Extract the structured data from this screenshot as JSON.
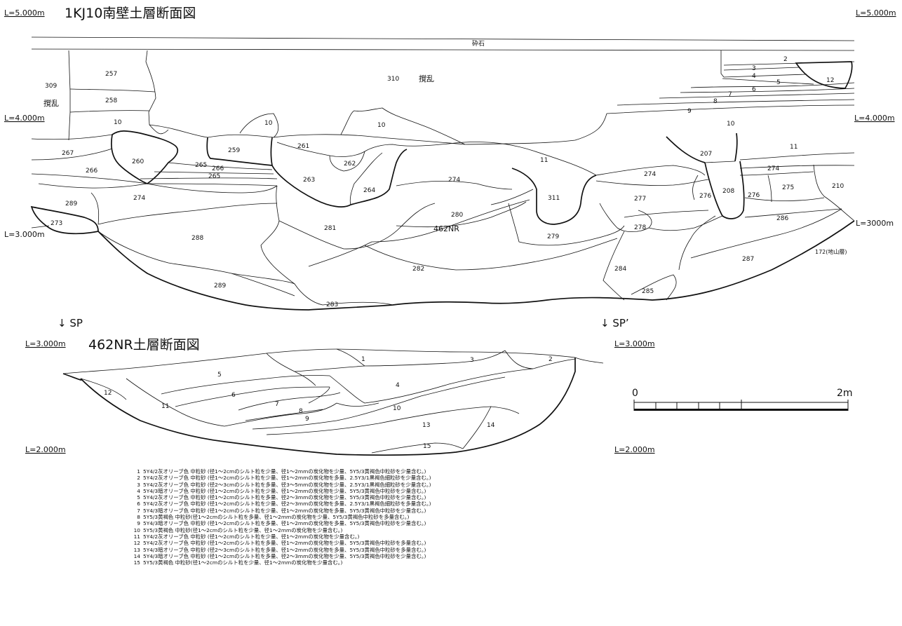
{
  "upper": {
    "title": "1KJ10南壁土層断面図",
    "levels": {
      "tl": "L=5.000m",
      "tr": "L=5.000m",
      "ml": "L=4.000m",
      "mr": "L=4.000m",
      "bl": "L=3.000m",
      "br": "L=3000m"
    },
    "gravel": "砕石",
    "disturb": "撹乱",
    "labels": {
      "n309": "309",
      "n257": "257",
      "n258": "258",
      "n310": "310",
      "n2": "2",
      "n3": "3",
      "n4": "4",
      "n5": "5",
      "n12": "12",
      "n6": "6",
      "n7": "7",
      "n8": "8",
      "n9": "9",
      "n10a": "10",
      "n10b": "10",
      "n10c": "10",
      "n10d": "10",
      "n267": "267",
      "n260": "260",
      "n259": "259",
      "n261": "261",
      "n262": "262",
      "n265a": "265",
      "n266a": "266",
      "n265b": "265",
      "n266b": "266",
      "n263": "263",
      "n264": "264",
      "n274a": "274",
      "n11a": "11",
      "n11b": "11",
      "n207": "207",
      "n274b": "274",
      "n274c": "274",
      "n208": "208",
      "n276a": "276",
      "n276b": "276",
      "n275": "275",
      "n210": "210",
      "n311": "311",
      "n277": "277",
      "n289a": "289",
      "n273": "273",
      "n274d": "274",
      "n280": "280",
      "n281": "281",
      "nNR": "462NR",
      "n288": "288",
      "n279": "279",
      "n278": "278",
      "n286": "286",
      "n172": "172(地山層)",
      "n282": "282",
      "n284": "284",
      "n287": "287",
      "n289b": "289",
      "n285": "285",
      "n283": "283"
    }
  },
  "sp": {
    "left": "↓ SP",
    "right": "↓ SP’"
  },
  "lower": {
    "title": "462NR土層断面図",
    "levels": {
      "tl": "L=3.000m",
      "bl": "L=2.000m",
      "tr": "L=3.000m",
      "br": "L=2.000m"
    },
    "labels": {
      "n1": "1",
      "n3": "3",
      "n2": "2",
      "n5": "5",
      "n4": "4",
      "n12": "12",
      "n11": "11",
      "n6": "6",
      "n7": "7",
      "n8": "8",
      "n10": "10",
      "n9": "9",
      "n13": "13",
      "n14": "14",
      "n15": "15"
    }
  },
  "scale": {
    "zero": "0",
    "max": "2m"
  },
  "legend": [
    {
      "no": "1",
      "text": "5Y4/2灰オリーブ色 中粒砂 (径1～2cmのシルト粒を少量、径1～2mmの炭化物を少量、5Y5/3黄褐色中粒砂を少量含む。)"
    },
    {
      "no": "2",
      "text": "5Y4/2灰オリーブ色 中粒砂 (径1～2cmのシルト粒を少量、径1～2mmの炭化物を多量、2.5Y3/1黒褐色細粒砂を少量含む。)"
    },
    {
      "no": "3",
      "text": "5Y4/2灰オリーブ色 中粒砂 (径2～3cmのシルト粒を多量、径3～5mmの炭化物を少量、2.5Y3/1黒褐色細粒砂を少量含む。)"
    },
    {
      "no": "4",
      "text": "5Y4/3暗オリーブ色 中粒砂 (径1～2cmのシルト粒を少量、径1～2mmの炭化物を少量、5Y5/3黄褐色中粒砂を少量含む。)"
    },
    {
      "no": "5",
      "text": "5Y4/2灰オリーブ色 中粒砂 (径1～2cmのシルト粒を多量、径2～3mmの炭化物を少量、5Y5/3黄褐色中粒砂を少量含む。)"
    },
    {
      "no": "6",
      "text": "5Y4/2灰オリーブ色 中粒砂 (径1～2cmのシルト粒を少量、径2～3mmの炭化物を多量、2.5Y3/1黒褐色細粒砂を多量含む。)"
    },
    {
      "no": "7",
      "text": "5Y4/3暗オリーブ色 中粒砂 (径1～2cmのシルト粒を少量、径1～2mmの炭化物を多量、5Y5/3黄褐色中粒砂を少量含む。)"
    },
    {
      "no": "8",
      "text": "5Y5/3黄褐色 中粒砂(径1～2cmのシルト粒を多量、径1～2mmの炭化物を少量、5Y5/3黄褐色中粒砂を多量含む。)"
    },
    {
      "no": "9",
      "text": "5Y4/3暗オリーブ色 中粒砂 (径1～2cmのシルト粒を多量、径1～2mmの炭化物を多量、5Y5/3黄褐色中粒砂を少量含む。)"
    },
    {
      "no": "10",
      "text": "5Y5/3黄褐色 中粒砂(径1～2cmのシルト粒を少量、径1～2mmの炭化物を少量含む。)"
    },
    {
      "no": "11",
      "text": "5Y4/2灰オリーブ色 中粒砂 (径1～2cmのシルト粒を少量、径1～2mmの炭化物を少量含む。)"
    },
    {
      "no": "12",
      "text": "5Y4/2灰オリーブ色 中粒砂 (径1～2cmのシルト粒を多量、径1～2mmの炭化物を少量、5Y5/3黄褐色中粒砂を多量含む。)"
    },
    {
      "no": "13",
      "text": "5Y4/3暗オリーブ色 中粒砂 (径2～3cmのシルト粒を多量、径1～2mmの炭化物を多量、5Y5/3黄褐色中粒砂を多量含む。)"
    },
    {
      "no": "14",
      "text": "5Y4/3暗オリーブ色 中粒砂 (径1～2cmのシルト粒を多量、径2～3mmの炭化物を少量、5Y5/3黄褐色中粒砂を少量含む。)"
    },
    {
      "no": "15",
      "text": "5Y5/3黄褐色 中粒砂(径1～2cmのシルト粒を少量、径1～2mmの炭化物を少量含む。)"
    }
  ]
}
